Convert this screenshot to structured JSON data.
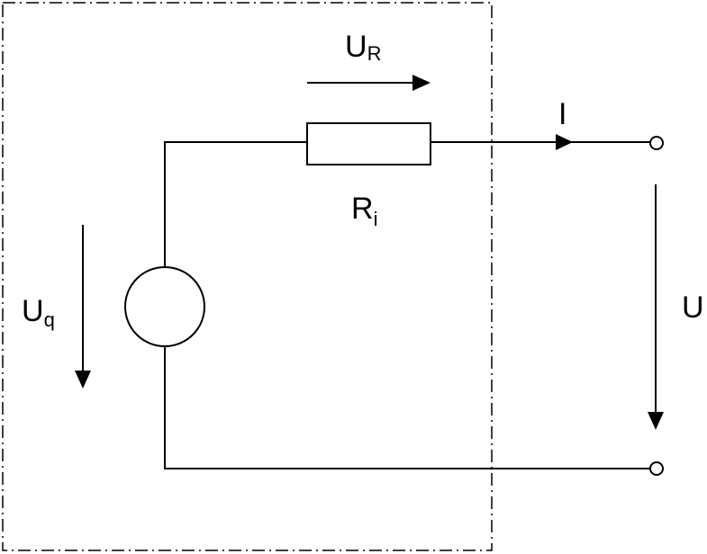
{
  "labels": {
    "ur_main": "U",
    "ur_sub": "R",
    "current": "I",
    "ri_main": "R",
    "ri_sub": "i",
    "uq_main": "U",
    "uq_sub": "q",
    "u": "U"
  },
  "colors": {
    "line": "#000000",
    "background": "#ffffff"
  }
}
